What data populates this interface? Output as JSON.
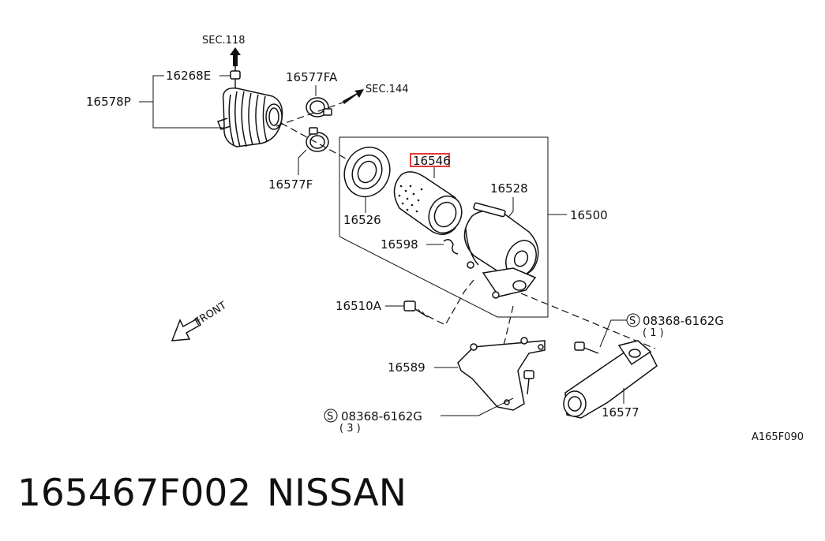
{
  "diagram": {
    "labels": {
      "sec118": "SEC.118",
      "sec144": "SEC.144",
      "p16268E": "16268E",
      "p16578P": "16578P",
      "p16577FA": "16577FA",
      "p16577F": "16577F",
      "p16546": "16546",
      "p16528": "16528",
      "p16500": "16500",
      "p16526": "16526",
      "p16598": "16598",
      "p16510A": "16510A",
      "p16589": "16589",
      "p16577": "16577",
      "bolt_right": "08368-6162G",
      "bolt_right_qty": "( 1 )",
      "bolt_left": "08368-6162G",
      "bolt_left_qty": "( 3 )",
      "front": "FRONT",
      "s_mark": "S",
      "code": "A165F090"
    },
    "highlight_color": "#e53935"
  },
  "footer": {
    "part_number": "165467F002",
    "brand": "NISSAN"
  }
}
